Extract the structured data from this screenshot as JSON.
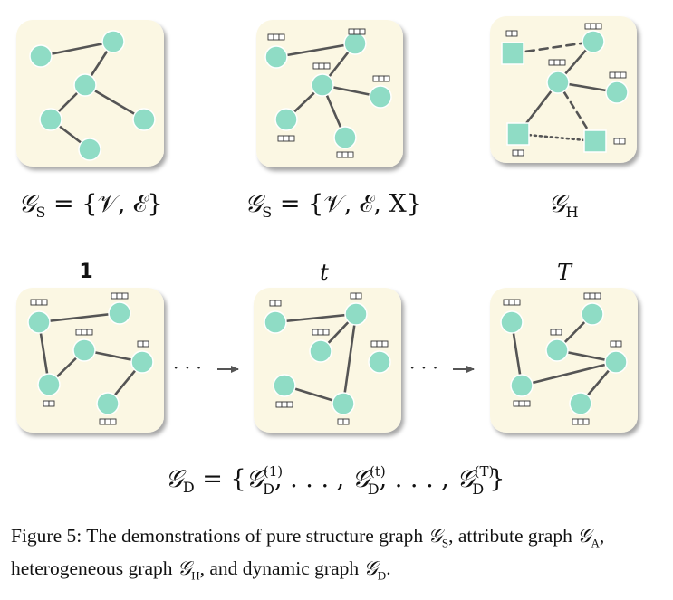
{
  "colors": {
    "panel_fill": "#fbf7e3",
    "node_fill": "#8fdcc5",
    "edge": "#555555",
    "attr_box": "#333333"
  },
  "panels": {
    "structure": {
      "formula": {
        "g": "𝒢",
        "sub": "S",
        "rest": " = {𝒱, ℰ}"
      }
    },
    "attribute": {
      "formula": {
        "g": "𝒢",
        "sub": "S",
        "rest": " = {𝒱, ℰ, X}"
      }
    },
    "hetero": {
      "formula": {
        "g": "𝒢",
        "sub": "H"
      }
    }
  },
  "dynamic": {
    "time_labels": [
      "1",
      "t",
      "T"
    ],
    "ellipsis": "· · ·",
    "formula": {
      "g": "𝒢",
      "sub": "D",
      "open": " = {",
      "t1": "(1)",
      "t2": "(t)",
      "t3": "(T)",
      "sep": ", . . . , ",
      "close": "}"
    }
  },
  "caption": {
    "prefix": "Figure 5: The demonstrations of pure structure graph ",
    "s1": "S",
    "mid1": ", attribute graph ",
    "s2": "A",
    "mid2": ", heterogeneous graph ",
    "s3": "H",
    "mid3": ", and dynamic graph ",
    "s4": "D",
    "suffix": "."
  }
}
